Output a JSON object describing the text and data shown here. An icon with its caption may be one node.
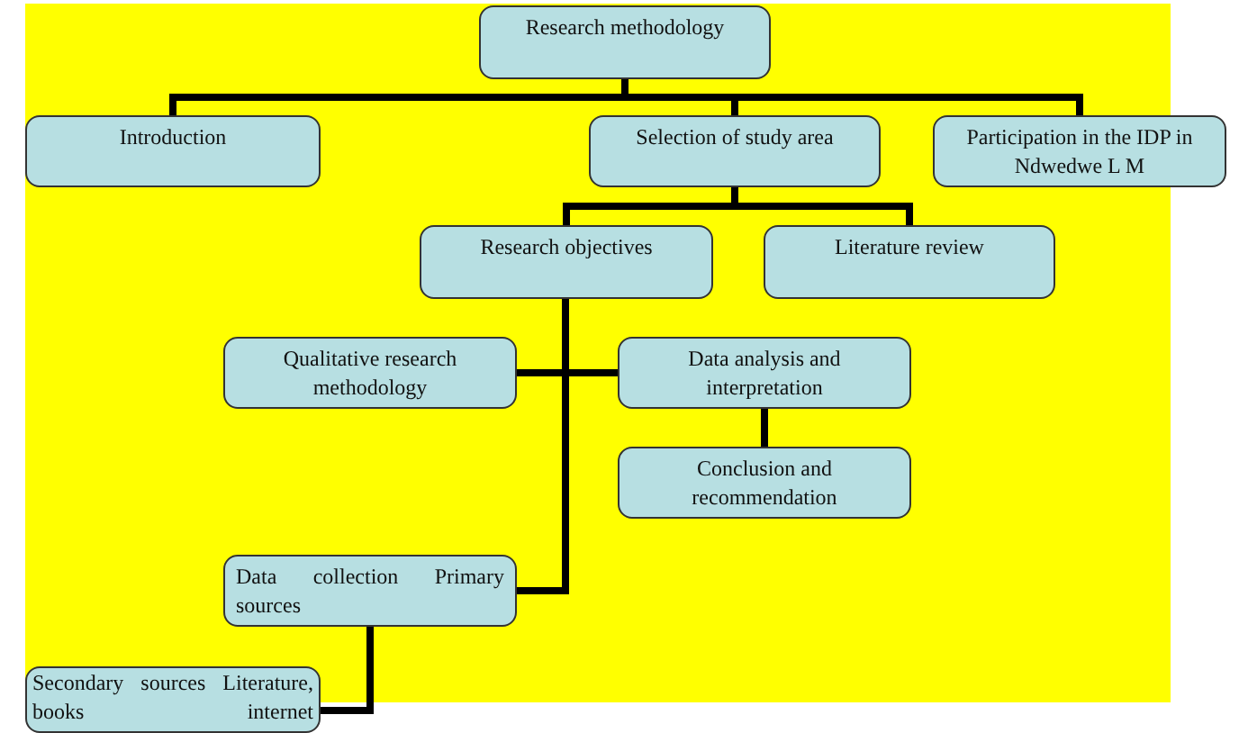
{
  "diagram": {
    "nodes": [
      {
        "text": [
          "Research methodology"
        ]
      },
      {
        "text": [
          "Introduction"
        ]
      },
      {
        "text": [
          "Selection of study area"
        ]
      },
      {
        "text": [
          "Participation in the IDP in Ndwedwe L M"
        ]
      },
      {
        "text": [
          "Research objectives"
        ]
      },
      {
        "text": [
          "Literature review"
        ]
      },
      {
        "text": [
          "Qualitative research methodology"
        ]
      },
      {
        "text": [
          "Data analysis and interpretation"
        ]
      },
      {
        "text": [
          "Conclusion and recommendation"
        ]
      },
      {
        "text": [
          "Data collection Primary sources"
        ]
      },
      {
        "text": [
          "Secondary sources Literature, books internet"
        ]
      }
    ],
    "edges": [
      {
        "from": 0,
        "to": 1,
        "arrow": "none"
      },
      {
        "from": 0,
        "to": 2,
        "arrow": "none"
      },
      {
        "from": 0,
        "to": 3,
        "arrow": "none"
      },
      {
        "from": 2,
        "to": 4,
        "arrow": "none"
      },
      {
        "from": 2,
        "to": 5,
        "arrow": "none"
      },
      {
        "from": 4,
        "to": 6,
        "arrow": "none"
      },
      {
        "from": 4,
        "to": 7,
        "arrow": "none"
      },
      {
        "from": 7,
        "to": 8,
        "arrow": "none"
      },
      {
        "from": 4,
        "to": 9,
        "arrow": "none"
      },
      {
        "from": 9,
        "to": 10,
        "arrow": "none"
      }
    ]
  }
}
